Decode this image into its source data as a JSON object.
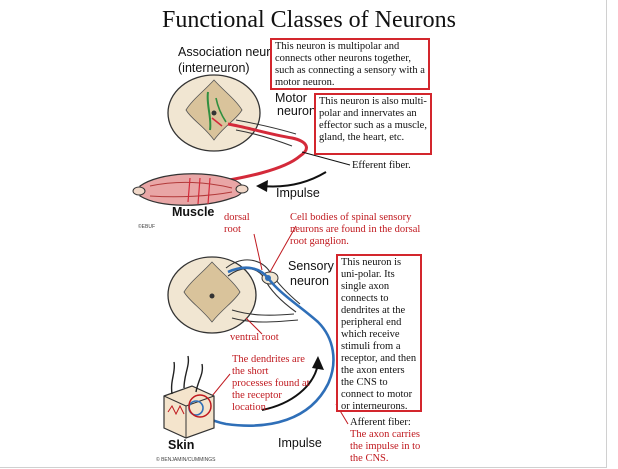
{
  "title": "Functional Classes of Neurons",
  "labels": {
    "association": "Association neuron",
    "interneuron": "(interneuron)",
    "motor_line1": "Motor",
    "motor_line2": "neuron",
    "muscle": "Muscle",
    "impulse_top": "Impulse",
    "impulse_bottom": "Impulse",
    "sensory_line1": "Sensory",
    "sensory_line2": "neuron",
    "skin": "Skin",
    "credit_small_top": "©EBUF",
    "credit_bottom": "© BENJAMIN/CUMMINGS"
  },
  "annotations": {
    "association_note": "This neuron is multipolar and connects other neurons together, such as connecting a sensory with a motor neuron.",
    "motor_note": "This neuron is also multi-polar and innervates an effector such as a muscle, gland, the heart, etc.",
    "efferent": "Efferent fiber.",
    "dorsal_root": "dorsal root",
    "cell_bodies": "Cell bodies of spinal sensory neurons are found in the dorsal root ganglion.",
    "sensory_note": "This neuron is uni-polar.  Its single axon connects to dendrites at the peripheral end which receive stimuli from a receptor, and then the axon enters the CNS to connect to motor or interneurons.",
    "ventral_root": "ventral root",
    "dendrites": "The dendrites are the short processes found at the receptor location.",
    "afferent_heading": "Afferent fiber:",
    "afferent_body": "The axon carries the impulse in to the CNS."
  },
  "colors": {
    "note_border": "#d3262d",
    "red_text": "#c0191f",
    "motor_axon": "#d42a3a",
    "sensory_axon": "#2f6fb8"
  }
}
